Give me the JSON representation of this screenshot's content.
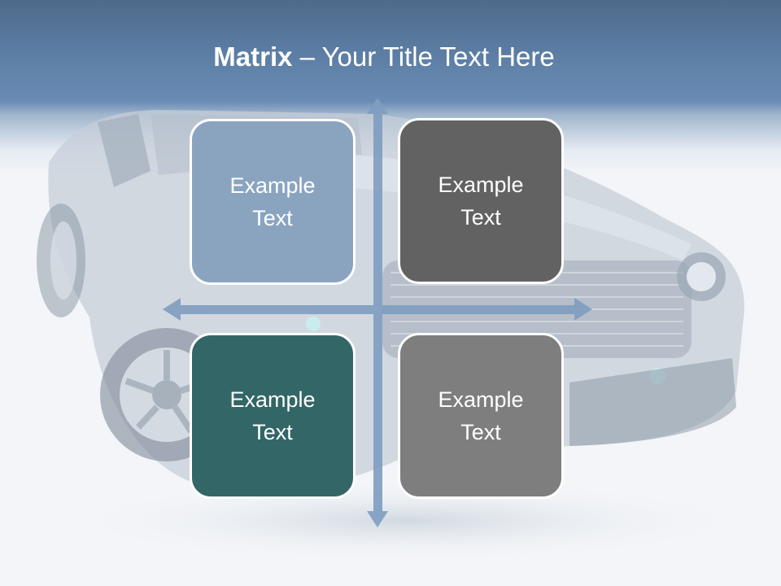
{
  "slide": {
    "title_bold": "Matrix",
    "title_rest": " – Your Title Text Here"
  },
  "matrix": {
    "top_left": "Example Text",
    "top_right": "Example Text",
    "bottom_left": "Example Text",
    "bottom_right": "Example Text"
  },
  "colors": {
    "header": "#5b7ca2",
    "box_top_left": "#8aa4c0",
    "box_top_right": "#626262",
    "box_bottom_left": "#336666",
    "box_bottom_right": "#7e7e7e",
    "arrow": "#7f9dc0"
  }
}
